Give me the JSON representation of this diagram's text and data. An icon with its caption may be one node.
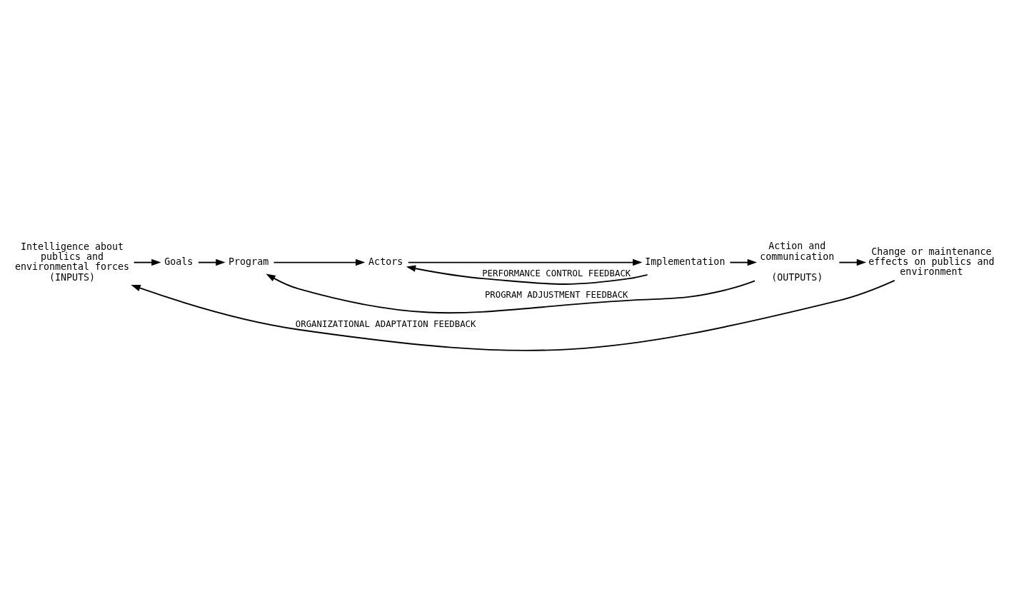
{
  "diagram": {
    "nodes": [
      {
        "text": [
          "Intelligence about publics and environmental forces (INPUTS)"
        ]
      },
      {
        "text": [
          "Goals"
        ]
      },
      {
        "text": [
          "Program"
        ]
      },
      {
        "text": [
          "Actors"
        ]
      },
      {
        "text": [
          "Implementation"
        ]
      },
      {
        "text": [
          "Action and communication",
          "(OUTPUTS)"
        ]
      },
      {
        "text": [
          "Change or maintenance effects on publics and environment"
        ]
      }
    ],
    "edges": [
      {
        "from": 0,
        "to": 1,
        "arrow": "to"
      },
      {
        "from": 1,
        "to": 2,
        "arrow": "to"
      },
      {
        "from": 2,
        "to": 3,
        "arrow": "to"
      },
      {
        "from": 3,
        "to": 4,
        "arrow": "to"
      },
      {
        "from": 4,
        "to": 5,
        "arrow": "to"
      },
      {
        "from": 5,
        "to": 6,
        "arrow": "to"
      },
      {
        "from": 4,
        "to": 3,
        "arrow": "to",
        "label": "PERFORMANCE CONTROL FEEDBACK"
      },
      {
        "from": 5,
        "to": 2,
        "arrow": "to",
        "label": "PROGRAM ADJUSTMENT FEEDBACK"
      },
      {
        "from": 6,
        "to": 0,
        "arrow": "to",
        "label": "ORGANIZATIONAL ADAPTATION FEEDBACK"
      }
    ]
  }
}
